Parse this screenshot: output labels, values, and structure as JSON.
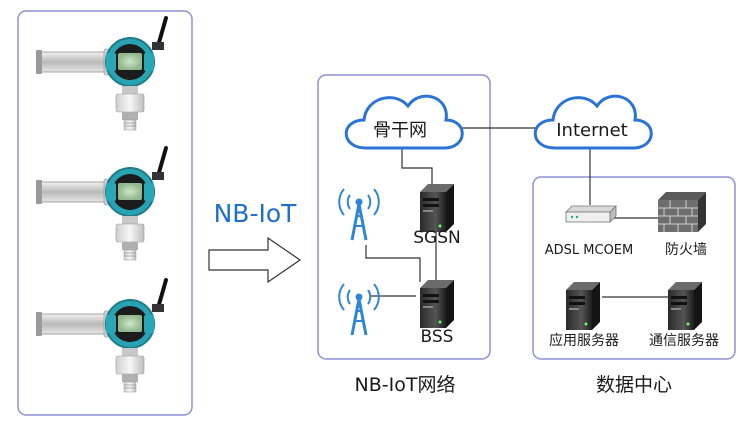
{
  "protocol_label": "NB-IoT",
  "network": {
    "title": "NB-IoT网络",
    "core_cloud": "骨干网",
    "internet_cloud": "Internet",
    "sgsn": "SGSN",
    "bss": "BSS"
  },
  "datacenter": {
    "title": "数据中心",
    "modem": "ADSL MCOEM",
    "firewall": "防火墙",
    "app_server": "应用服务器",
    "comm_server": "通信服务器"
  },
  "colors": {
    "panel_border": "#8f8fd6",
    "protocol_text": "#1e6fd0",
    "cloud_stroke": "#2b73d6",
    "tower": "#2e86d6",
    "device_teal": "#2aa7b7"
  },
  "devices": [
    {
      "icon": "pressure-transmitter-icon"
    },
    {
      "icon": "pressure-transmitter-icon"
    },
    {
      "icon": "pressure-transmitter-icon"
    }
  ]
}
